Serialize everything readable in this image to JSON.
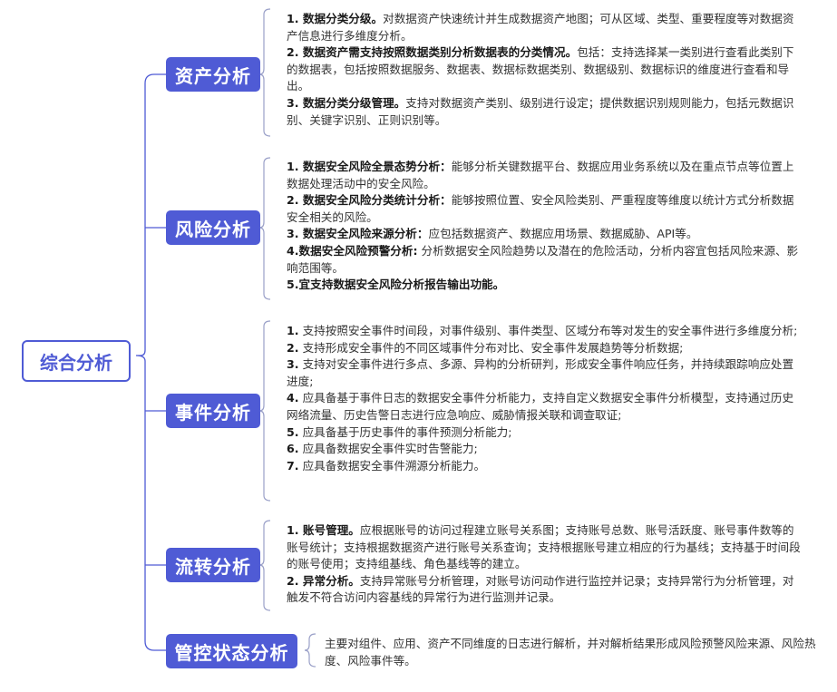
{
  "root": {
    "label": "综合分析"
  },
  "colors": {
    "accent": "#4F5BD5",
    "line": "#4F5BD5",
    "text": "#333333"
  },
  "sections": [
    {
      "label": "资产分析",
      "items": [
        {
          "bold": "1. 数据分类分级。",
          "text": "对数据资产快速统计并生成数据资产地图；可从区域、类型、重要程度等对数据资产信息进行多维度分析。"
        },
        {
          "bold": "2. 数据资产需支持按照数据类别分析数据表的分类情况。",
          "text": "包括：支持选择某一类别进行查看此类别下的数据表，包括按照数据服务、数据表、数据标数据类别、数据级别、数据标识的维度进行查看和导出。"
        },
        {
          "bold": "3. 数据分类分级管理。",
          "text": "支持对数据资产类别、级别进行设定；提供数据识别规则能力，包括元数据识别、关键字识别、正则识别等。"
        }
      ]
    },
    {
      "label": "风险分析",
      "items": [
        {
          "bold": "1. 数据安全风险全景态势分析：",
          "text": "能够分析关键数据平台、数据应用业务系统以及在重点节点等位置上数据处理活动中的安全风险。"
        },
        {
          "bold": "2. 数据安全风险分类统计分析：",
          "text": "能够按照位置、安全风险类别、严重程度等维度以统计方式分析数据安全相关的风险。"
        },
        {
          "bold": "3. 数据安全风险来源分析：",
          "text": "应包括数据资产、数据应用场景、数据威胁、API等。"
        },
        {
          "bold": "4.数据安全风险预警分析:",
          "text": " 分析数据安全风险趋势以及潜在的危险活动，分析内容宜包括风险来源、影响范围等。"
        },
        {
          "bold": "5.宜支持数据安全风险分析报告输出功能。",
          "text": ""
        }
      ]
    },
    {
      "label": "事件分析",
      "items": [
        {
          "bold": "1.",
          "text": " 支持按照安全事件时间段，对事件级别、事件类型、区域分布等对发生的安全事件进行多维度分析;"
        },
        {
          "bold": "2.",
          "text": " 支持形成安全事件的不同区域事件分布对比、安全事件发展趋势等分析数据;"
        },
        {
          "bold": "3.",
          "text": " 支持对安全事件进行多点、多源、异构的分析研判，形成安全事件响应任务，并持续跟踪响应处置进度;"
        },
        {
          "bold": "4.",
          "text": " 应具备基于事件日志的数据安全事件分析能力，支持自定义数据安全事件分析模型，支持通过历史网络流量、历史告警日志进行应急响应、威胁情报关联和调查取证;"
        },
        {
          "bold": "5.",
          "text": " 应具备基于历史事件的事件预测分析能力;"
        },
        {
          "bold": "6.",
          "text": " 应具备数据安全事件实时告警能力;"
        },
        {
          "bold": "7.",
          "text": " 应具备数据安全事件溯源分析能力。"
        }
      ]
    },
    {
      "label": "流转分析",
      "items": [
        {
          "bold": "1. 账号管理。",
          "text": "应根据账号的访问过程建立账号关系图；支持账号总数、账号活跃度、账号事件数等的账号统计；支持根据数据资产进行账号关系查询；支持根据账号建立相应的行为基线；支持基于时间段的账号使用；支持组基线、角色基线等的建立。"
        },
        {
          "bold": "2. 异常分析。",
          "text": "支持异常账号分析管理，对账号访问动作进行监控并记录；支持异常行为分析管理，对触发不符合访问内容基线的异常行为进行监测并记录。"
        }
      ]
    },
    {
      "label": "管控状态分析",
      "items": [
        {
          "bold": "",
          "text": "主要对组件、应用、资产不同维度的日志进行解析，并对解析结果形成风险预警风险来源、风险热度、风险事件等。"
        }
      ]
    }
  ]
}
